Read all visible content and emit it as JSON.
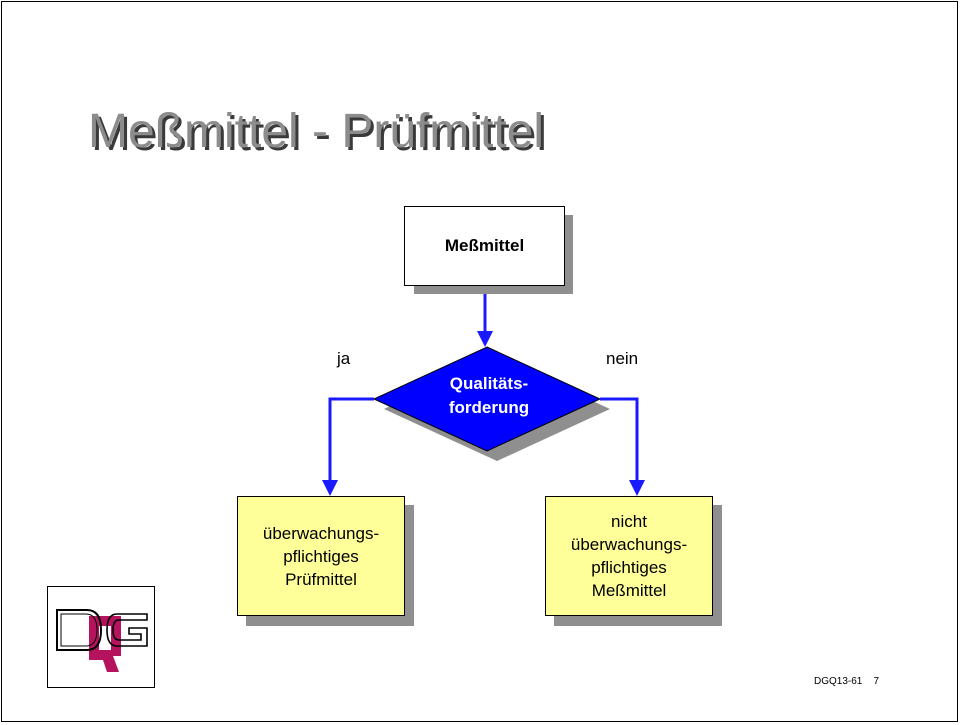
{
  "slide": {
    "title": "Meßmittel - Prüfmittel",
    "footer": {
      "code": "DGQ13-61",
      "page": "7"
    }
  },
  "flowchart": {
    "start": {
      "label": "Meßmittel"
    },
    "decision": {
      "line1": "Qualitäts-",
      "line2": "forderung"
    },
    "branch_yes": {
      "label": "ja"
    },
    "branch_no": {
      "label": "nein"
    },
    "outcome_yes": {
      "line1": "überwachungs-",
      "line2": "pflichtiges",
      "line3": "Prüfmittel"
    },
    "outcome_no": {
      "line1": "nicht",
      "line2": "überwachungs-",
      "line3": "pflichtiges",
      "line4": "Meßmittel"
    }
  },
  "colors": {
    "arrow": "#1a1aff",
    "decision_fill": "#0000ff",
    "outcome_fill": "#ffff99",
    "shadow": "#8f8f8f",
    "logo_accent": "#b5135e"
  },
  "logo": {
    "icon": "dgq-logo-icon",
    "letters": "DQG"
  }
}
